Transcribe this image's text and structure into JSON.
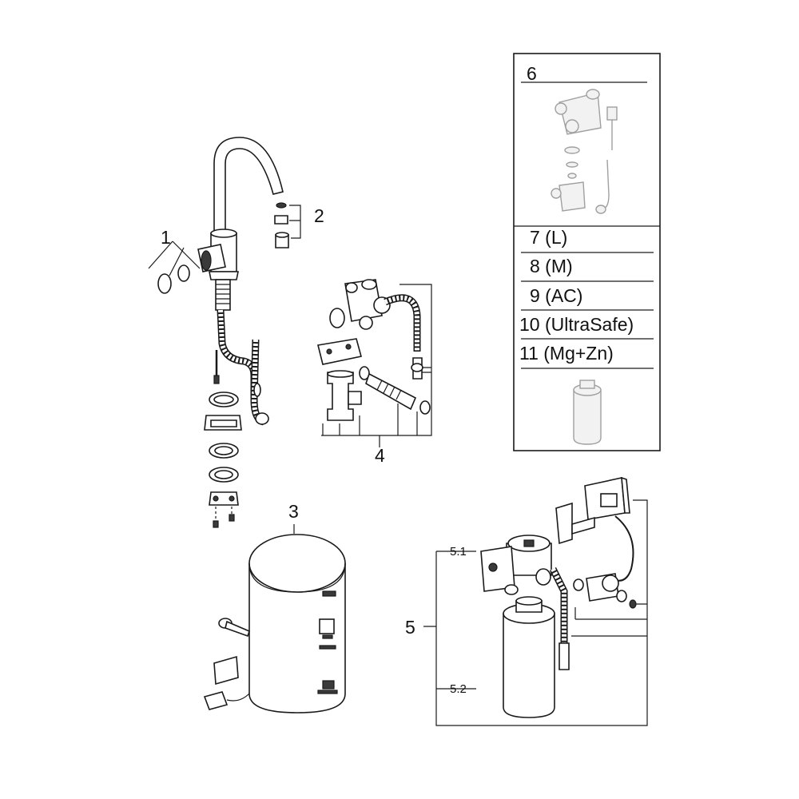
{
  "diagram": {
    "callouts": {
      "c1": "1",
      "c2": "2",
      "c3": "3",
      "c4": "4",
      "c5": "5",
      "c5_1": "5.1",
      "c5_2": "5.2",
      "c6": "6"
    },
    "filter_options": [
      "7 (L)",
      "8 (M)",
      "9 (AC)",
      "10 (UltraSafe)",
      "11 (Mg+Zn)"
    ]
  }
}
